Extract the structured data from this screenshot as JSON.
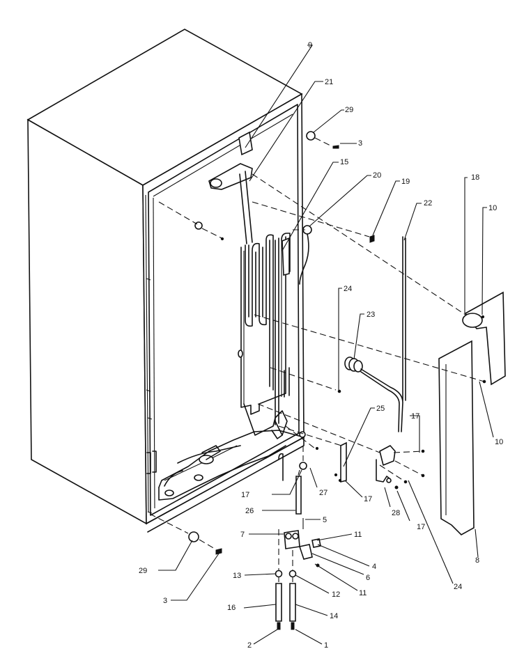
{
  "diagram": {
    "callouts": [
      {
        "id": "c9",
        "text": "9"
      },
      {
        "id": "c21",
        "text": "21"
      },
      {
        "id": "c29a",
        "text": "29"
      },
      {
        "id": "c3a",
        "text": "3"
      },
      {
        "id": "c15",
        "text": "15"
      },
      {
        "id": "c20",
        "text": "20"
      },
      {
        "id": "c19",
        "text": "19"
      },
      {
        "id": "c22",
        "text": "22"
      },
      {
        "id": "c18",
        "text": "18"
      },
      {
        "id": "c10a",
        "text": "10"
      },
      {
        "id": "c24a",
        "text": "24"
      },
      {
        "id": "c23",
        "text": "23"
      },
      {
        "id": "c25",
        "text": "25"
      },
      {
        "id": "c17a",
        "text": "17"
      },
      {
        "id": "c10b",
        "text": "10"
      },
      {
        "id": "c17b",
        "text": "17"
      },
      {
        "id": "c27",
        "text": "27"
      },
      {
        "id": "c17c",
        "text": "17"
      },
      {
        "id": "c26",
        "text": "26"
      },
      {
        "id": "c28",
        "text": "28"
      },
      {
        "id": "c17d",
        "text": "17"
      },
      {
        "id": "c5",
        "text": "5"
      },
      {
        "id": "c7",
        "text": "7"
      },
      {
        "id": "c11a",
        "text": "11"
      },
      {
        "id": "c4",
        "text": "4"
      },
      {
        "id": "c6",
        "text": "6"
      },
      {
        "id": "c11b",
        "text": "11"
      },
      {
        "id": "c8",
        "text": "8"
      },
      {
        "id": "c24b",
        "text": "24"
      },
      {
        "id": "c29b",
        "text": "29"
      },
      {
        "id": "c13",
        "text": "13"
      },
      {
        "id": "c12",
        "text": "12"
      },
      {
        "id": "c3b",
        "text": "3"
      },
      {
        "id": "c16",
        "text": "16"
      },
      {
        "id": "c14",
        "text": "14"
      },
      {
        "id": "c2",
        "text": "2"
      },
      {
        "id": "c1",
        "text": "1"
      }
    ]
  }
}
